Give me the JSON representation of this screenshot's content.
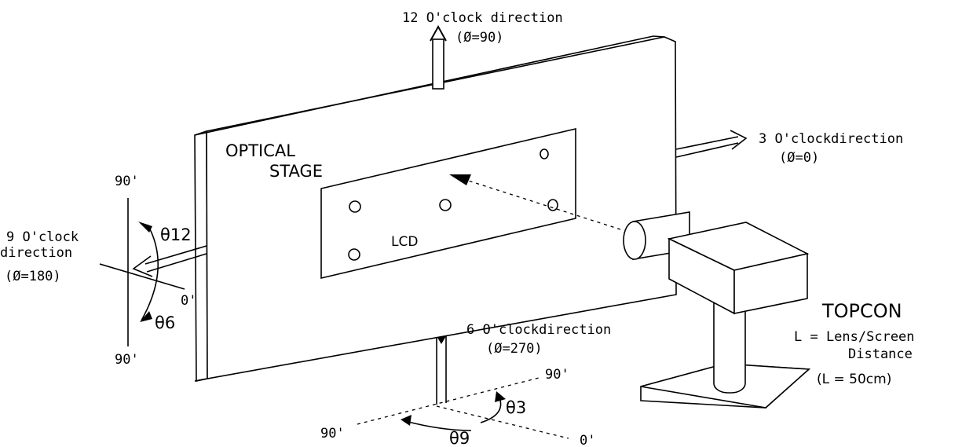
{
  "labels": {
    "dir12": "12 O'clock direction",
    "phi90": "(Ø=90)",
    "dir3": "3 O'clockdirection",
    "phi0": "(Ø=0)",
    "dir9_line1": "9 O'clock",
    "dir9_line2": "direction",
    "phi180": "(Ø=180)",
    "dir6": "6 O'clockdirection",
    "phi270": "(Ø=270)",
    "optical_line1": "OPTICAL",
    "optical_line2": "STAGE",
    "lcd": "LCD",
    "topcon": "TOPCON",
    "lens_line1": "L = Lens/Screen",
    "lens_line2": "Distance",
    "lens_value": "(L = 50cm)",
    "theta12": "θ12",
    "theta6": "θ6",
    "theta3": "θ3",
    "theta9": "θ9",
    "deg90_top": "90'",
    "deg90_bottom": "90'",
    "deg0_left": "0'",
    "deg90_right": "90'",
    "deg90_lower_left": "90'",
    "deg0_lower": "0'"
  }
}
